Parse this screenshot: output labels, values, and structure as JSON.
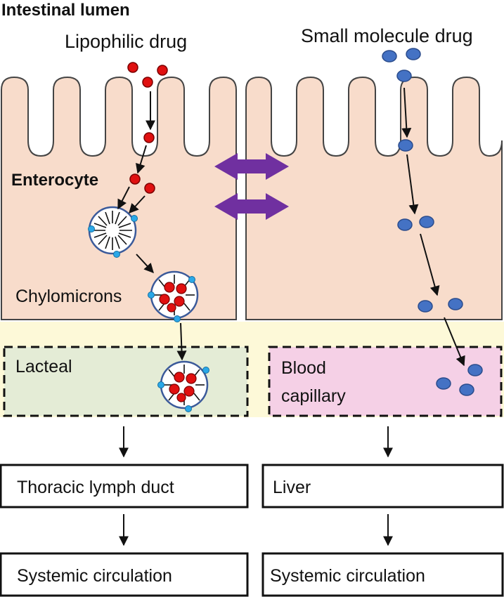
{
  "labels": {
    "lumen": "Intestinal lumen",
    "lipophilic_drug": "Lipophilic drug",
    "small_molecule_drug": "Small molecule drug",
    "enterocyte": "Enterocyte",
    "chylomicrons": "Chylomicrons",
    "lacteal": "Lacteal",
    "blood_line1": "Blood",
    "blood_line2": "capillary"
  },
  "left_pathway": [
    "Thoracic lymph duct",
    "Systemic circulation"
  ],
  "right_pathway": [
    "Liver",
    "Systemic circulation"
  ],
  "colors": {
    "cell_fill": "#f8dccb",
    "cell_border": "#444444",
    "interstitial": "#fdf9d8",
    "lacteal_fill": "#e4ecd6",
    "capillary_fill": "#f5d0e6",
    "lipophilic_drug": "#e01010",
    "small_molecule_drug": "#4472c4",
    "transporter_arrow": "#7030a0",
    "micelle_outline": "#3b5a9a",
    "micelle_dots": "#2aa8e8"
  }
}
